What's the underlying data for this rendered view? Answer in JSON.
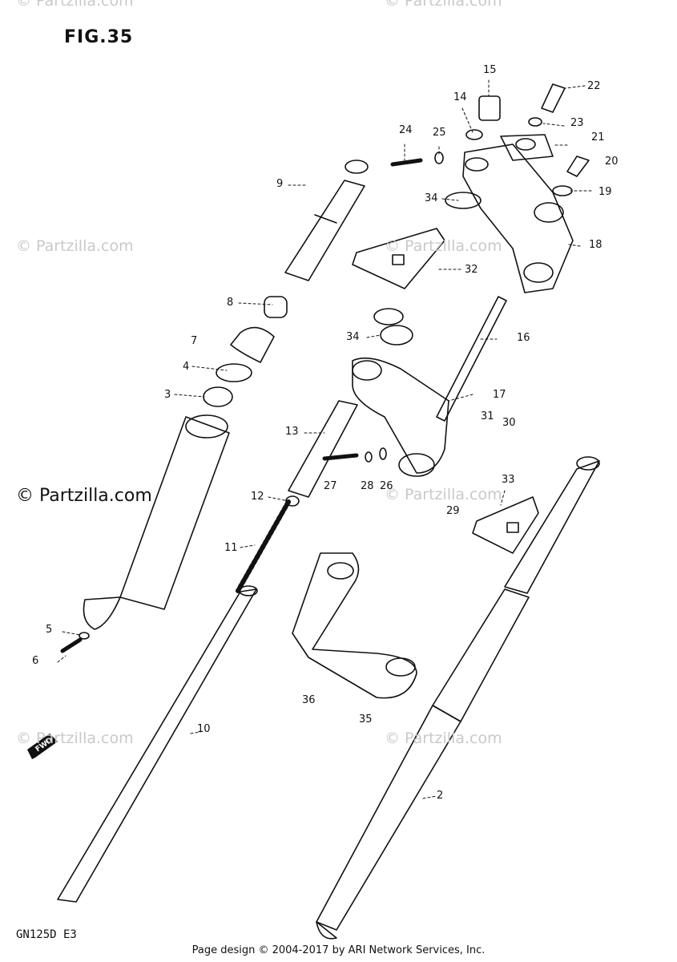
{
  "figure": {
    "title": "FIG.35",
    "model": "GN125D  E3"
  },
  "footer": "Page design © 2004-2017 by ARI Network Services, Inc.",
  "watermark": "© Partzilla.com",
  "fwd_label": "FWD",
  "callouts": [
    "2",
    "3",
    "4",
    "5",
    "6",
    "7",
    "8",
    "9",
    "10",
    "11",
    "12",
    "13",
    "14",
    "15",
    "16",
    "17",
    "18",
    "19",
    "20",
    "21",
    "22",
    "23",
    "24",
    "25",
    "26",
    "27",
    "28",
    "29",
    "30",
    "31",
    "32",
    "33",
    "34",
    "34",
    "35",
    "36"
  ]
}
